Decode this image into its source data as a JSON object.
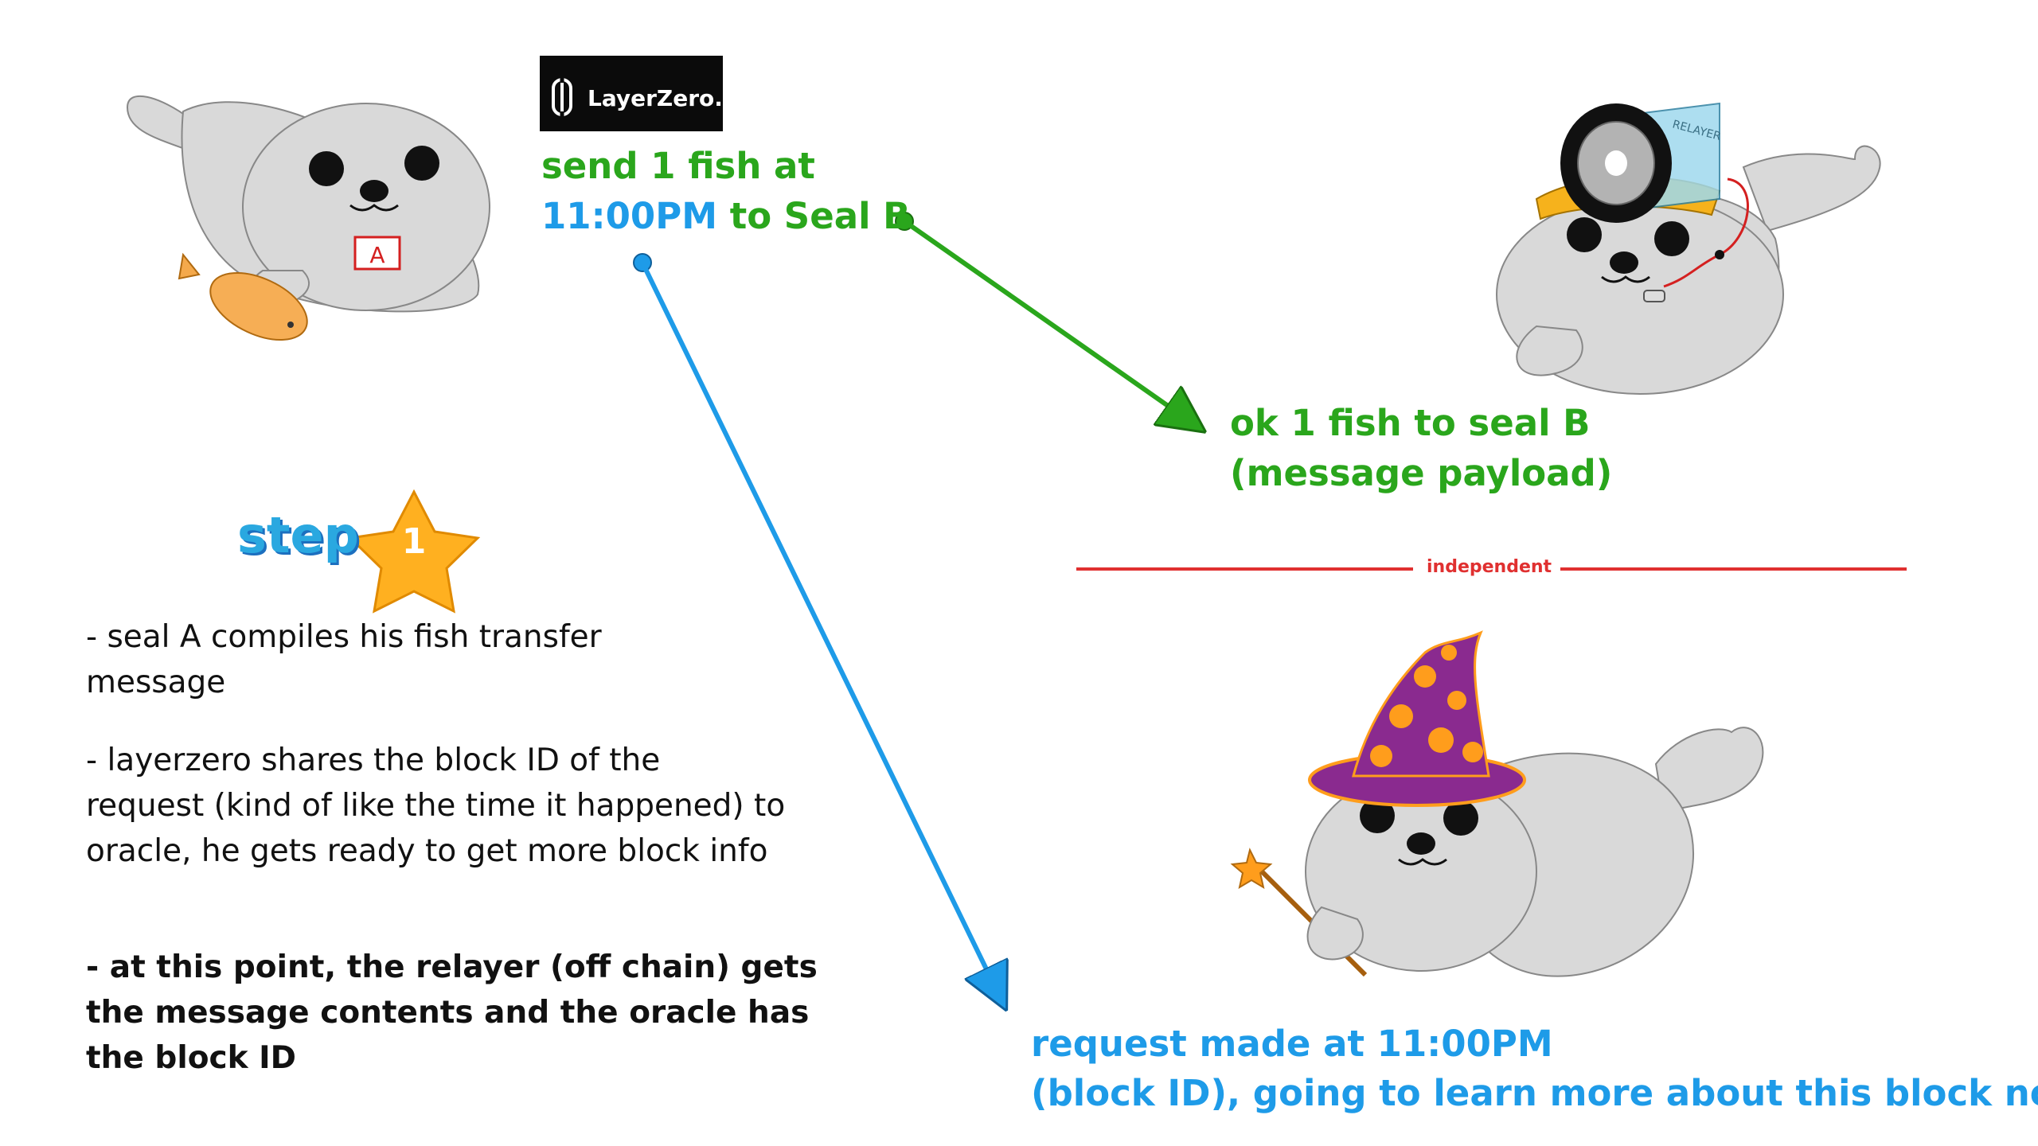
{
  "logo": {
    "text": "LayerZero."
  },
  "labels": {
    "send_line1": "send 1 fish at",
    "send_time": "11:00PM",
    "send_rest": "to Seal B",
    "relayer_line1": "ok 1 fish to seal B",
    "relayer_line2": "(message payload)",
    "independent": "independent",
    "oracle_line1": "request made at 11:00PM",
    "oracle_line2": "(block ID), going to learn more about this block now",
    "step": "step",
    "step_number": "1",
    "badge": "A",
    "relayer_can": "RELAYER"
  },
  "notes": [
    "- seal A compiles his fish transfer message",
    "- layerzero shares the block ID of the request (kind of like the time it happened) to oracle, he gets ready to get more block info",
    "- at this point, the relayer (off chain) gets the message contents and the oracle has the block ID"
  ],
  "colors": {
    "green": "#2aa61c",
    "blue": "#1e9be8",
    "red": "#e03030",
    "seal": "#d9d9d9",
    "hat_purple": "#8a2a8f",
    "hat_orange": "#ff9d1c",
    "star": "#ffb020"
  }
}
